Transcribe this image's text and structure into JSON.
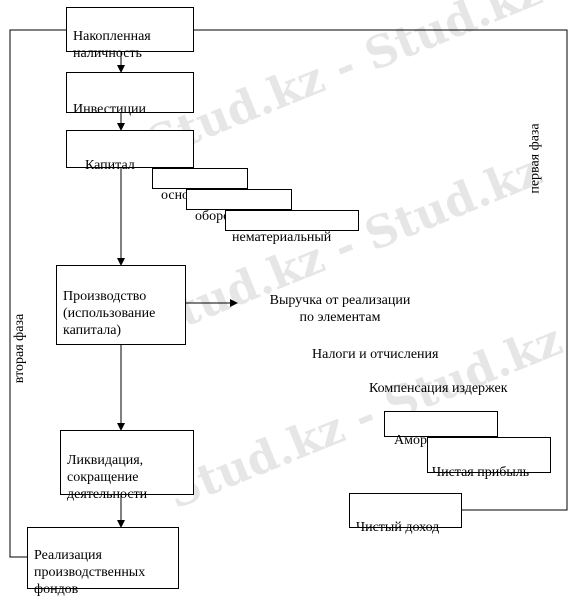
{
  "watermark": "Stud.kz - Stud.kz",
  "boxes": {
    "accumulated_cash": "Накопленная\nналичность",
    "investments": "Инвестиции",
    "capital": "Капитал",
    "fixed": "основной",
    "working": "оборотный",
    "intangible": "нематериальный",
    "production": "Производство\n(использование\nкапитала)",
    "liquidation": "Ликвидация,\nсокращение\nдеятельности",
    "realization": "Реализация\nпроизводственных\nфондов",
    "amortization": "Амортизация",
    "net_profit": "Чистая прибыль",
    "net_income": "Чистый доход"
  },
  "labels": {
    "revenue": "Выручка от реализации\nпо элементам",
    "taxes": "Налоги и отчисления",
    "cost_compensation": "Компенсация издержек",
    "first_phase": "первая фаза",
    "second_phase": "вторая фаза"
  }
}
